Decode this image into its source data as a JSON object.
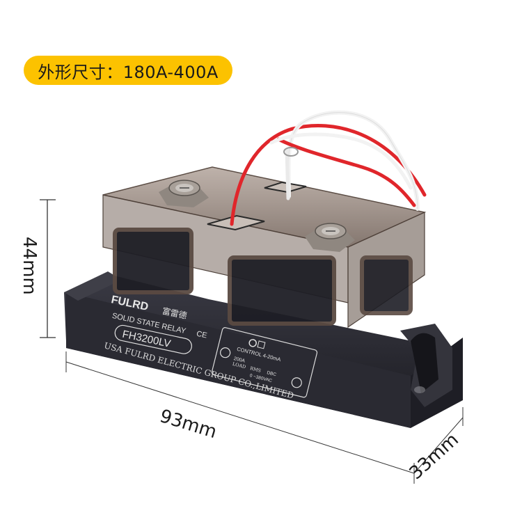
{
  "badge": {
    "label": "外形尺寸：180A-400A",
    "color": "#fcc200"
  },
  "dimensions": {
    "height": "44mm",
    "length": "93mm",
    "width": "33mm"
  },
  "product": {
    "brand": "FULRD",
    "brand_cn": "富雷德",
    "type": "SOLID STATE RELAY",
    "model": "FH3200LV",
    "certification": "CE",
    "manufacturer": "USA FULRD ELECTRIC GROUP CO.,LIMITED",
    "control": "CONTROL 4-20mA",
    "load_current": "200A",
    "load_label": "LOAD",
    "rms": "RMS",
    "dbc": "DBC",
    "voltage": "0 ~380VAC"
  },
  "colors": {
    "body": "#2b2b33",
    "cover": "#8a7c74",
    "wire_red": "#e0262b",
    "wire_white": "#f2f2f2"
  }
}
